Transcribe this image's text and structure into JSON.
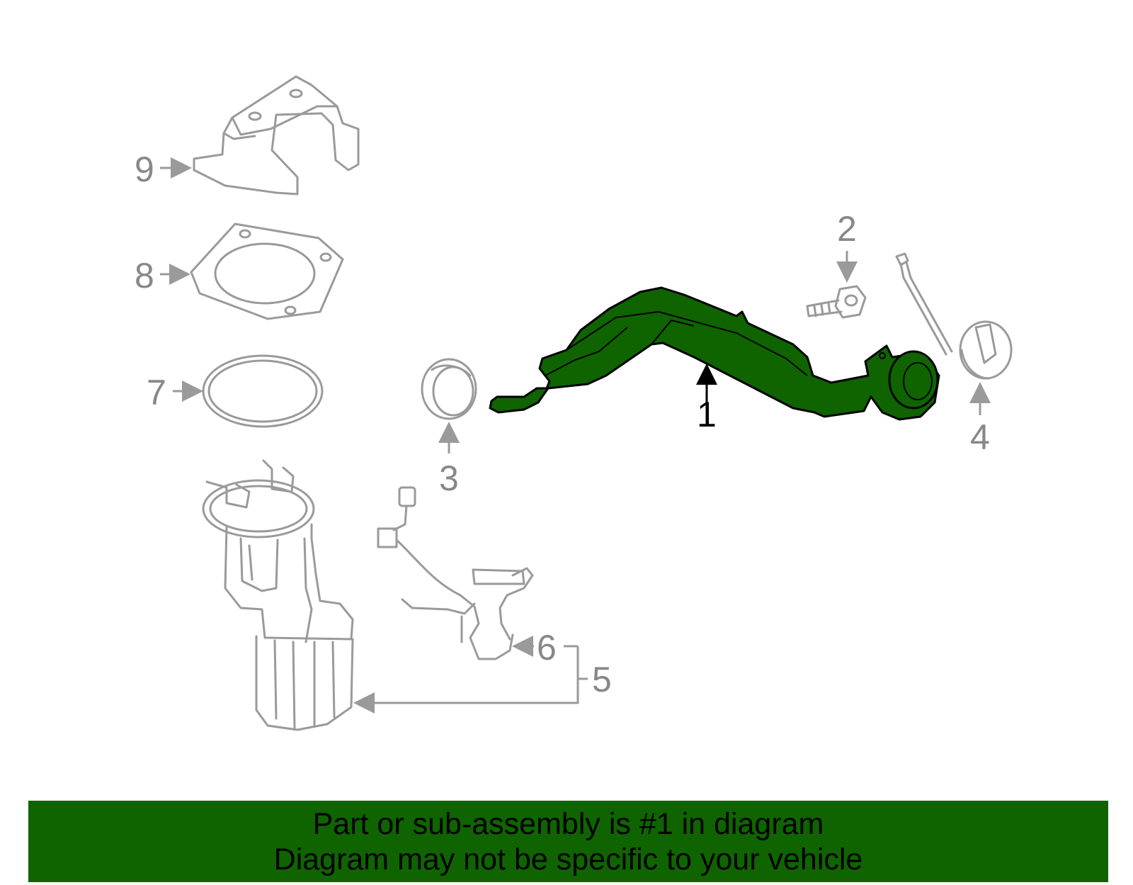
{
  "callouts": {
    "part1": "1",
    "part2": "2",
    "part3": "3",
    "part4": "4",
    "part5": "5",
    "part6": "6",
    "part7": "7",
    "part8": "8",
    "part9": "9"
  },
  "colors": {
    "highlight": "#0f6400",
    "outline": "#9a9a9a",
    "banner_bg": "#0f6400"
  },
  "banner": {
    "line1": "Part or sub-assembly is #1 in diagram",
    "line2": "Diagram may not be specific to your vehicle"
  }
}
